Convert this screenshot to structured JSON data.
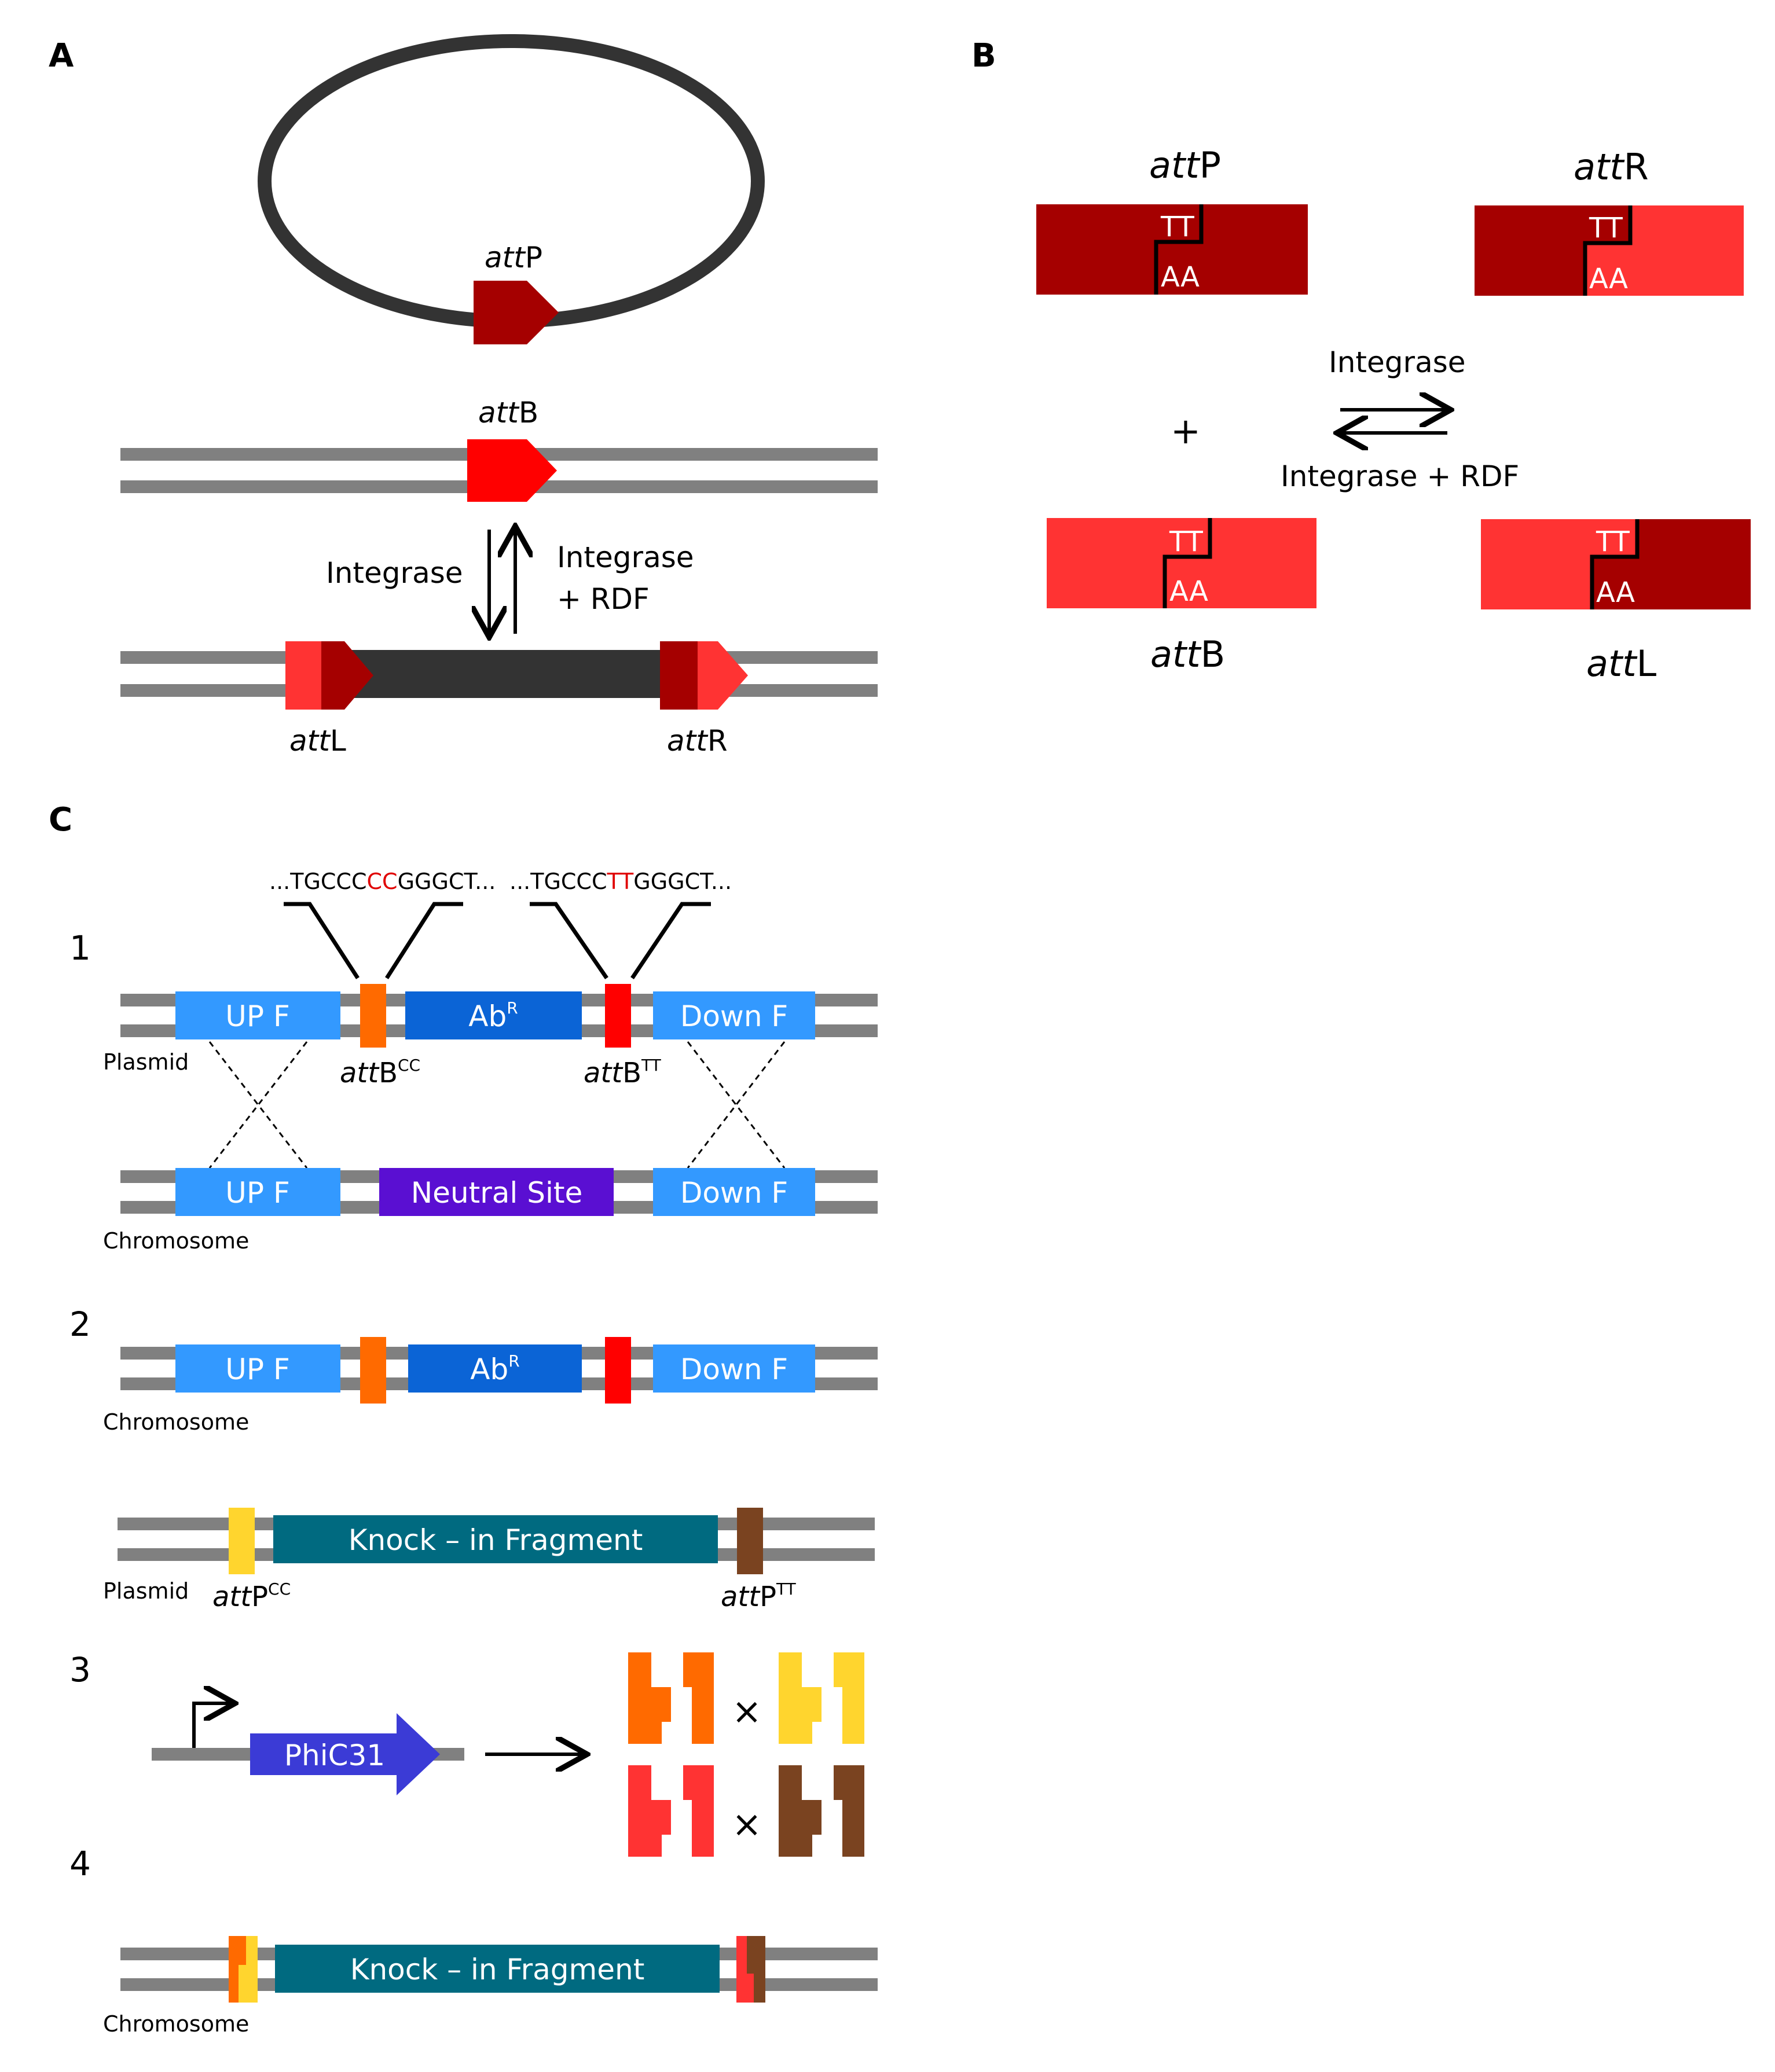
{
  "panels": {
    "a": "A",
    "b": "B",
    "c": "C"
  },
  "panel_a": {
    "attP": {
      "italic": "att",
      "suffix": "P"
    },
    "attB": {
      "italic": "att",
      "suffix": "B"
    },
    "attL": {
      "italic": "att",
      "suffix": "L"
    },
    "attR": {
      "italic": "att",
      "suffix": "R"
    },
    "forward_label": "Integrase",
    "reverse_line1": "Integrase",
    "reverse_line2": "+ RDF"
  },
  "panel_b": {
    "attP": {
      "italic": "att",
      "suffix": "P"
    },
    "attR": {
      "italic": "att",
      "suffix": "R"
    },
    "attB": {
      "italic": "att",
      "suffix": "B"
    },
    "attL": {
      "italic": "att",
      "suffix": "L"
    },
    "top_seq": "TT",
    "bottom_seq": "AA",
    "plus": "+",
    "forward_label": "Integrase",
    "reverse_label": "Integrase + RDF"
  },
  "panel_c": {
    "steps": [
      "1",
      "2",
      "3",
      "4"
    ],
    "seq_cc": {
      "prefix": "...TGCCC",
      "core": "CC",
      "suffix": "GGGCT..."
    },
    "seq_tt": {
      "prefix": "...TGCCC",
      "core": "TT",
      "suffix": "GGGCT..."
    },
    "up_flank": "UP F",
    "down_flank": "Down F",
    "antibiotic": {
      "main": "Ab",
      "sup": "R"
    },
    "neutral_site": "Neutral Site",
    "plasmid": "Plasmid",
    "chromosome": "Chromosome",
    "attB_cc": {
      "italic": "att",
      "suffix": "B",
      "sup": "CC"
    },
    "attB_tt": {
      "italic": "att",
      "suffix": "B",
      "sup": "TT"
    },
    "attP_cc": {
      "italic": "att",
      "suffix": "P",
      "sup": "CC"
    },
    "attP_tt": {
      "italic": "att",
      "suffix": "P",
      "sup": "TT"
    },
    "knock_in": "Knock – in Fragment",
    "integrase_gene": "PhiC31",
    "cross": "×"
  },
  "colors": {
    "dna_gray": "#808080",
    "plasmid_ring": "#333333",
    "dark_red": "#A50000",
    "red": "#FF0000",
    "light_red": "#FF3333",
    "orange": "#FF6A00",
    "yellow": "#FFD52E",
    "brown": "#7A4320",
    "light_blue": "#3399FF",
    "blue": "#0B64D6",
    "purple": "#5A0FD2",
    "teal": "#006A80",
    "indigo": "#3B3BD6",
    "seq_red": "#E00000"
  }
}
